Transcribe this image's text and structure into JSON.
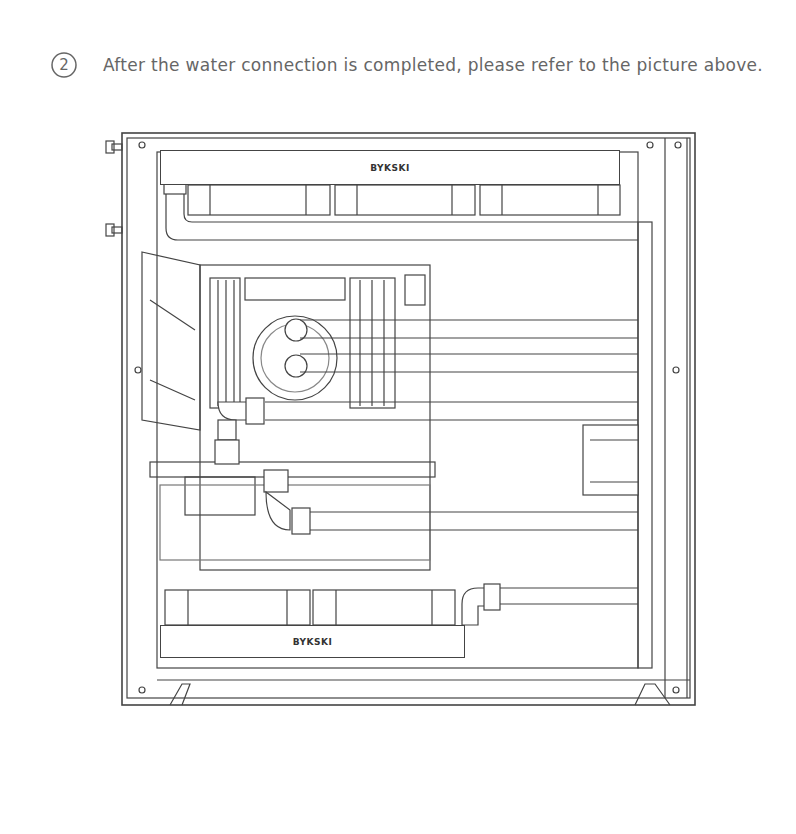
{
  "diagram": {
    "title": "After the water connection is completed, please refer to the picture above.",
    "nodes": [
      {
        "text": [
          "BYKSKI"
        ]
      },
      {
        "text": [
          "BYKSKI"
        ]
      }
    ],
    "labels": [
      "2"
    ]
  }
}
